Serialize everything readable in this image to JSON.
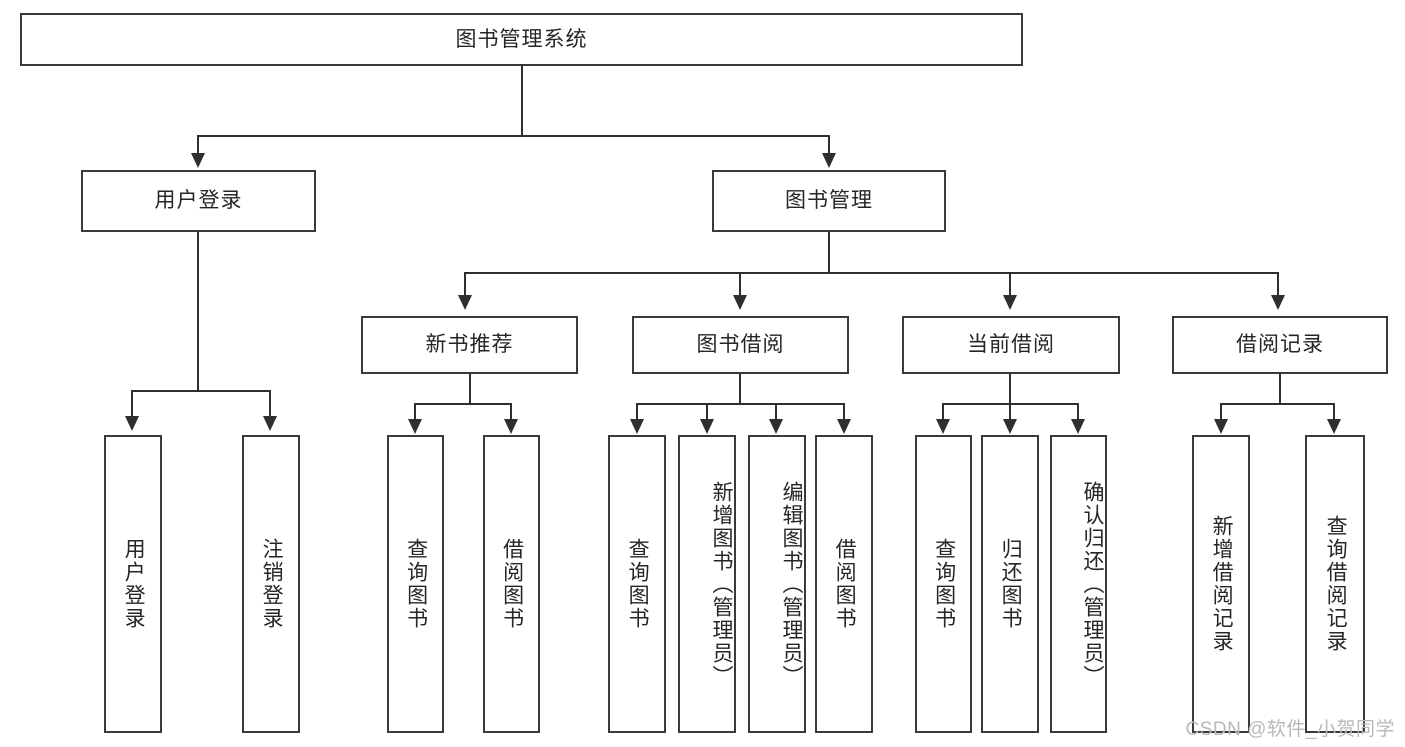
{
  "diagram": {
    "title": "图书管理系统",
    "type": "tree",
    "root": {
      "label": "图书管理系统"
    },
    "level1": [
      {
        "label": "用户登录"
      },
      {
        "label": "图书管理"
      }
    ],
    "level2": [
      {
        "label": "新书推荐"
      },
      {
        "label": "图书借阅"
      },
      {
        "label": "当前借阅"
      },
      {
        "label": "借阅记录"
      }
    ],
    "leaves": {
      "user_login": [
        {
          "label": "用户登录"
        },
        {
          "label": "注销登录"
        }
      ],
      "new_book_recommend": [
        {
          "label": "查询图书"
        },
        {
          "label": "借阅图书"
        }
      ],
      "book_borrow": [
        {
          "label": "查询图书"
        },
        {
          "label": "新增图书（管理员）"
        },
        {
          "label": "编辑图书（管理员）"
        },
        {
          "label": "借阅图书"
        }
      ],
      "current_borrow": [
        {
          "label": "查询图书"
        },
        {
          "label": "归还图书"
        },
        {
          "label": "确认归还（管理员）"
        }
      ],
      "borrow_record": [
        {
          "label": "新增借阅记录"
        },
        {
          "label": "查询借阅记录"
        }
      ]
    }
  },
  "watermark": {
    "text": "CSDN @软件_小贺同学"
  },
  "colors": {
    "border": "#3a3a3a",
    "line": "#2f2f2f",
    "text": "#262626",
    "background": "#ffffff",
    "watermark": "#b9b9b9"
  }
}
